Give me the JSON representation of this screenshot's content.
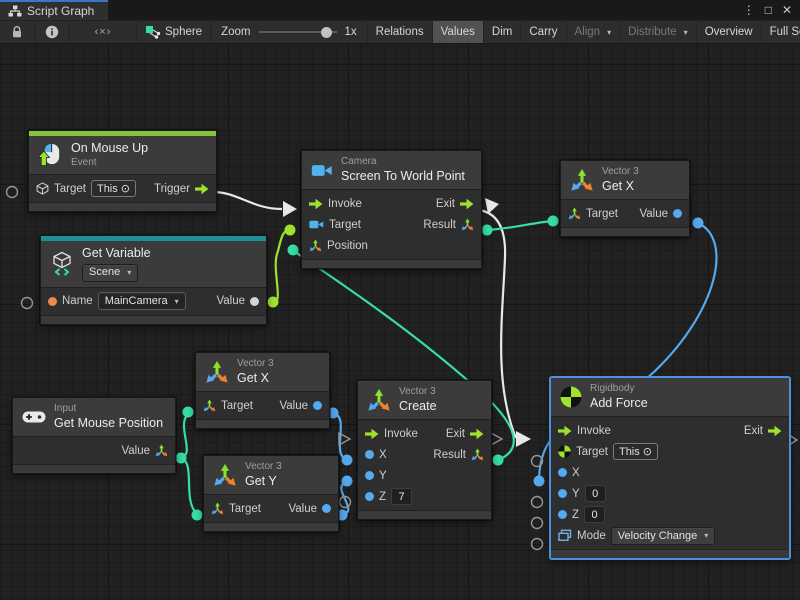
{
  "window": {
    "tab_title": "Script Graph",
    "kebab": "⋮",
    "maximize": "□",
    "close": "✕"
  },
  "toolbar": {
    "code_glyph": "‹×›",
    "graph_context": "Sphere",
    "zoom_label": "Zoom",
    "zoom_level": "1x",
    "relations": "Relations",
    "values": "Values",
    "dim": "Dim",
    "carry": "Carry",
    "align": "Align",
    "distribute": "Distribute",
    "overview": "Overview",
    "fullscreen": "Full Screen"
  },
  "icons": {
    "dropdown": "▾",
    "self_target": "⊙"
  },
  "colors": {
    "event_accent": "#87c43e",
    "variable_accent": "#1d9096",
    "selection_blue": "#4a90dd",
    "wire_white": "#e8e8e8",
    "wire_lime": "#9ee22f",
    "wire_teal": "#35dfa4",
    "wire_blue": "#55a9ee",
    "port_orange": "#ee8a4e",
    "port_gray": "#d4d4d4"
  },
  "nodes": {
    "on_mouse_up": {
      "title": "On Mouse Up",
      "caption": "Event",
      "target_label": "Target",
      "target_value": "This",
      "trigger_label": "Trigger"
    },
    "get_variable": {
      "title": "Get Variable",
      "scope": "Scene",
      "name_label": "Name",
      "name_value": "MainCamera",
      "value_label": "Value"
    },
    "screen_to_world": {
      "caption": "Camera",
      "title": "Screen To World Point",
      "invoke_label": "Invoke",
      "exit_label": "Exit",
      "target_label": "Target",
      "result_label": "Result",
      "position_label": "Position"
    },
    "get_x_top": {
      "caption": "Vector 3",
      "title": "Get X",
      "target_label": "Target",
      "value_label": "Value"
    },
    "get_x_mid": {
      "caption": "Vector 3",
      "title": "Get X",
      "target_label": "Target",
      "value_label": "Value"
    },
    "get_y_mid": {
      "caption": "Vector 3",
      "title": "Get Y",
      "target_label": "Target",
      "value_label": "Value"
    },
    "get_mouse_position": {
      "caption": "Input",
      "title": "Get Mouse Position",
      "value_label": "Value"
    },
    "vector3_create": {
      "caption": "Vector 3",
      "title": "Create",
      "invoke_label": "Invoke",
      "exit_label": "Exit",
      "x_label": "X",
      "y_label": "Y",
      "z_label": "Z",
      "z_value": "7",
      "result_label": "Result"
    },
    "add_force": {
      "caption": "Rigidbody",
      "title": "Add Force",
      "invoke_label": "Invoke",
      "exit_label": "Exit",
      "target_label": "Target",
      "target_value": "This",
      "x_label": "X",
      "y_label": "Y",
      "y_value": "0",
      "z_label": "Z",
      "z_value": "0",
      "mode_label": "Mode",
      "mode_value": "Velocity Change"
    }
  }
}
